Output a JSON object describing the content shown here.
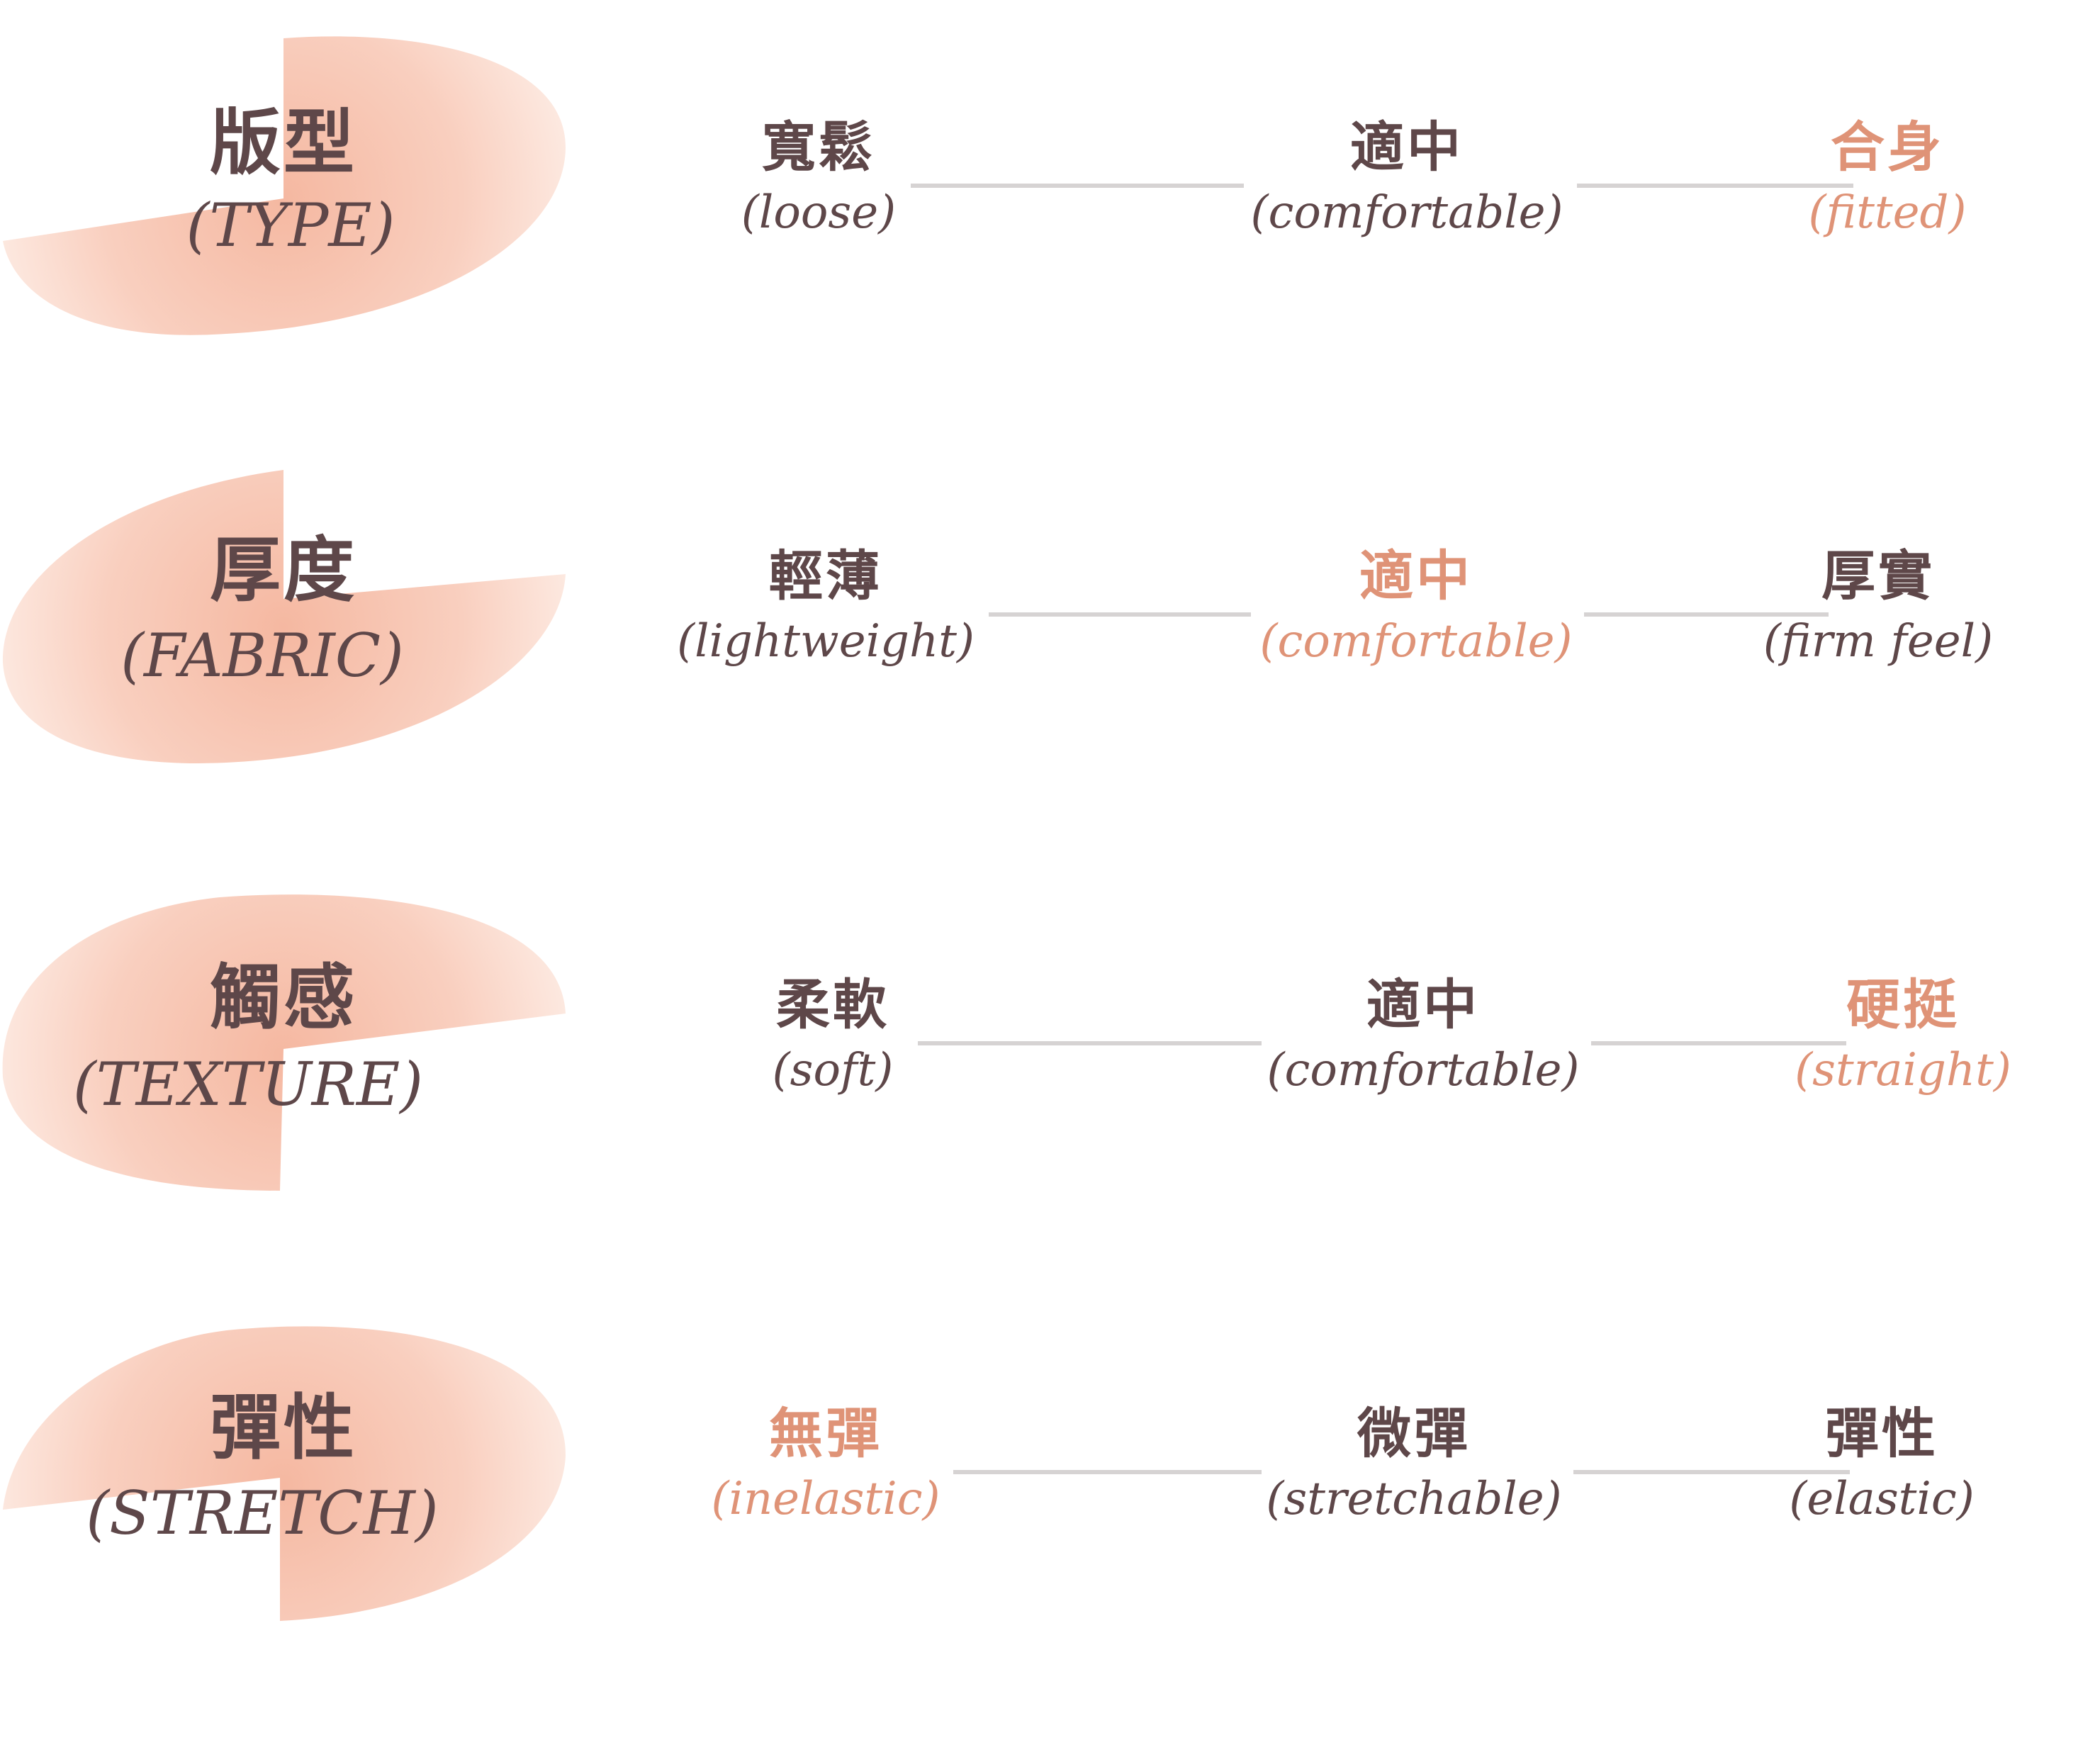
{
  "colors": {
    "text_dark": "#5e4749",
    "highlight": "#df9377",
    "connector": "#d6d3d3",
    "blob_light": "#fde8df",
    "blob_strong": "#f5b8a1"
  },
  "attributes": [
    {
      "label_zh": "版型",
      "label_en": "(TYPE)",
      "options": [
        {
          "zh": "寬鬆",
          "en": "(loose)",
          "selected": false
        },
        {
          "zh": "適中",
          "en": "(comfortable)",
          "selected": false
        },
        {
          "zh": "合身",
          "en": "(fitted)",
          "selected": true
        }
      ]
    },
    {
      "label_zh": "厚度",
      "label_en": "(FABRIC)",
      "options": [
        {
          "zh": "輕薄",
          "en": "(lightweight)",
          "selected": false
        },
        {
          "zh": "適中",
          "en": "(comfortable)",
          "selected": true
        },
        {
          "zh": "厚實",
          "en": "(firm feel)",
          "selected": false
        }
      ]
    },
    {
      "label_zh": "觸感",
      "label_en": "(TEXTURE)",
      "options": [
        {
          "zh": "柔軟",
          "en": "(soft)",
          "selected": false
        },
        {
          "zh": "適中",
          "en": "(comfortable)",
          "selected": false
        },
        {
          "zh": "硬挺",
          "en": "(straight)",
          "selected": true
        }
      ]
    },
    {
      "label_zh": "彈性",
      "label_en": "(STRETCH)",
      "options": [
        {
          "zh": "無彈",
          "en": "(inelastic)",
          "selected": true
        },
        {
          "zh": "微彈",
          "en": "(stretchable)",
          "selected": false
        },
        {
          "zh": "彈性",
          "en": "(elastic)",
          "selected": false
        }
      ]
    }
  ]
}
